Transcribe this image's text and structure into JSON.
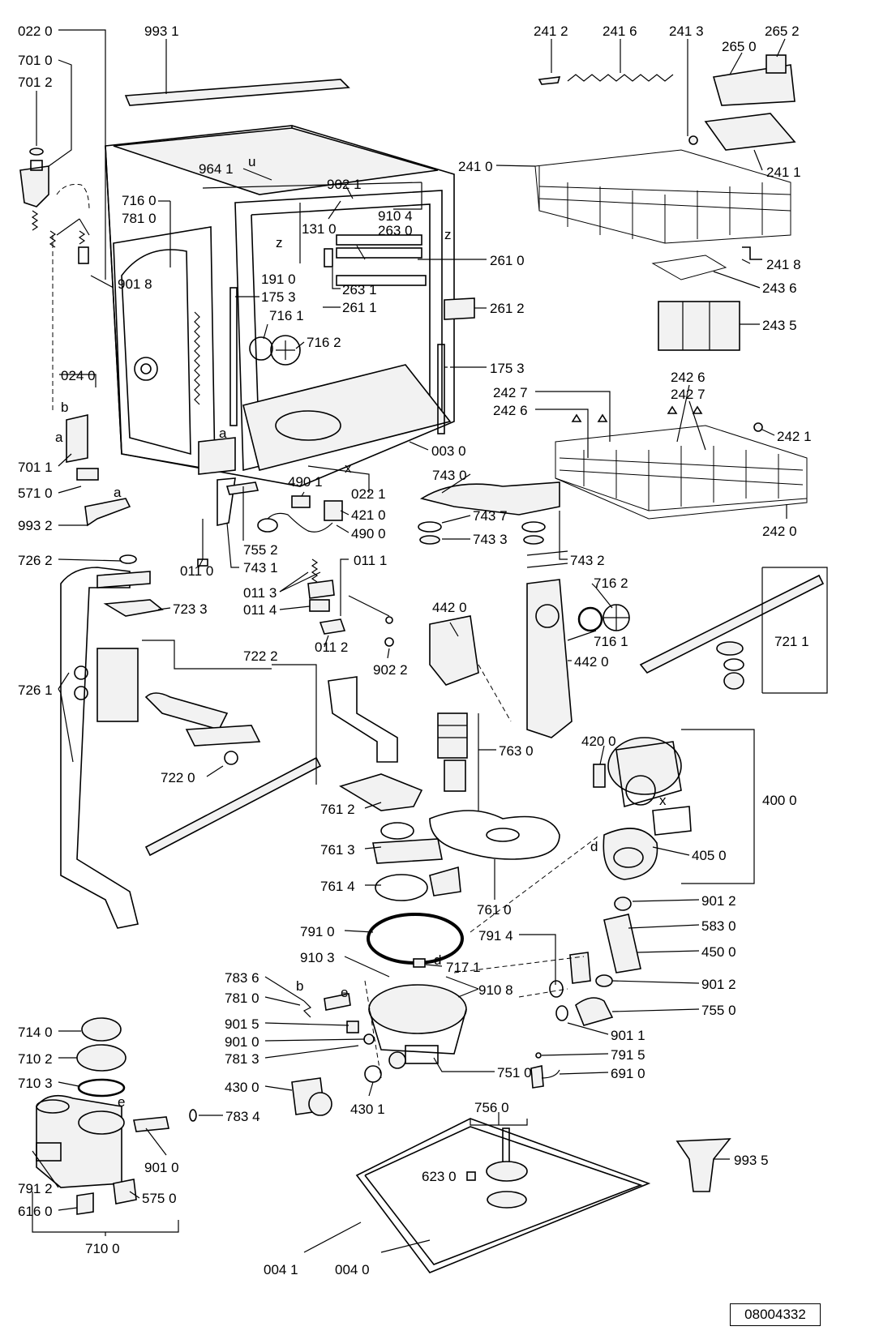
{
  "diagram": {
    "callouts": [
      "022 0",
      "993 1",
      "701 0",
      "701 2",
      "716 0",
      "781 0",
      "901 8",
      "964 1",
      "902 1",
      "910 4",
      "131 0",
      "263 0",
      "261 0",
      "191 0",
      "175 3",
      "716 1",
      "716 2",
      "263 1",
      "261 1",
      "261 2",
      "024 0",
      "003 0",
      "701 1",
      "571 0",
      "993 2",
      "490 1",
      "421 0",
      "490 0",
      "022 1",
      "743 0",
      "743 7",
      "743 3",
      "743 2",
      "755 2",
      "743 1",
      "011 0",
      "011 1",
      "011 3",
      "011 4",
      "011 2",
      "902 2",
      "726 2",
      "723 3",
      "722 2",
      "726 1",
      "722 0",
      "442 0",
      "716 2",
      "716 1",
      "442 0",
      "721 1",
      "763 0",
      "420 0",
      "400 0",
      "405 0",
      "761 2",
      "761 3",
      "761 4",
      "761 0",
      "791 0",
      "901 2",
      "583 0",
      "450 0",
      "901 2",
      "755 0",
      "791 4",
      "910 3",
      "717 1",
      "910 8",
      "783 6",
      "781 0",
      "901 5",
      "901 0",
      "781 3",
      "901 1",
      "791 5",
      "751 0",
      "691 0",
      "430 0",
      "430 1",
      "714 0",
      "710 2",
      "710 3",
      "783 4",
      "901 0",
      "791 2",
      "616 0",
      "575 0",
      "710 0",
      "756 0",
      "623 0",
      "993 5",
      "004 1",
      "004 0",
      "241 2",
      "241 6",
      "241 3",
      "265 2",
      "265 0",
      "241 0",
      "241 1",
      "241 8",
      "243 6",
      "243 5",
      "175 3",
      "242 6",
      "242 7",
      "242 7",
      "242 6",
      "242 1",
      "242 0"
    ],
    "letters": [
      "a",
      "b",
      "a",
      "a",
      "x",
      "z",
      "z",
      "u",
      "d",
      "b",
      "e",
      "e",
      "d",
      "x"
    ],
    "document_id": "08004332"
  }
}
